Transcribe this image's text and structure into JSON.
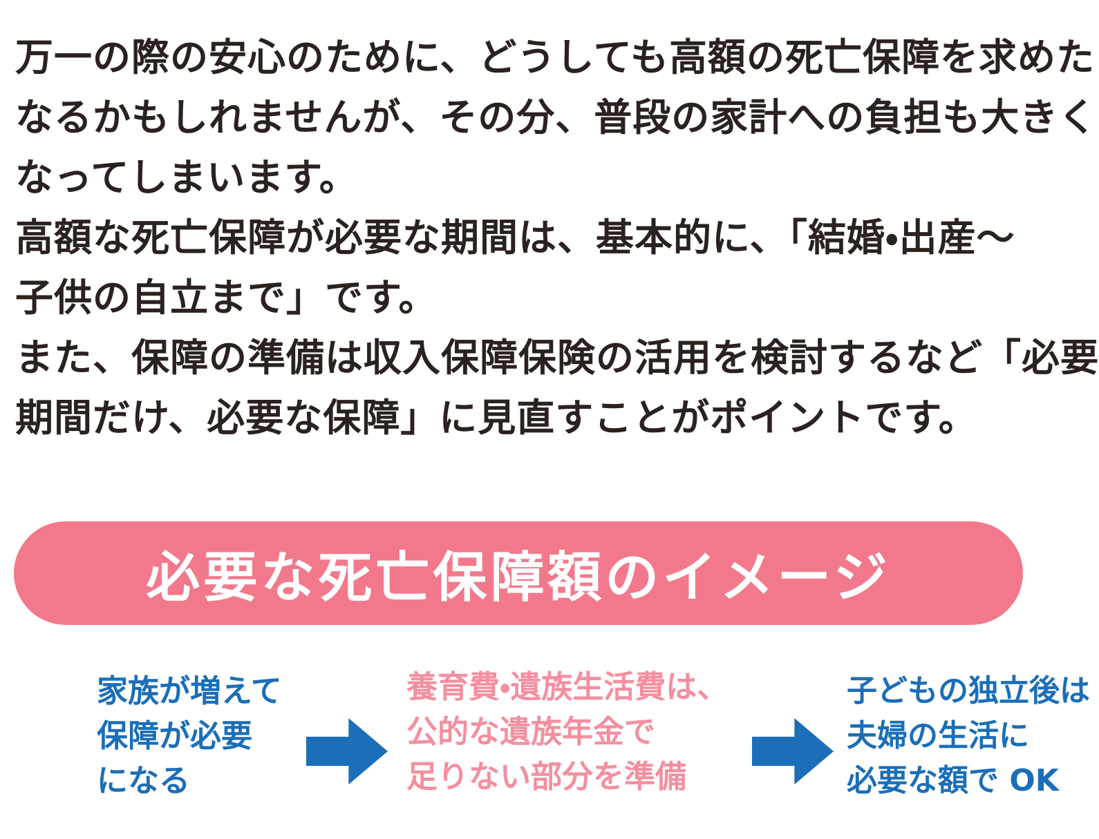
{
  "colors": {
    "text_dark": "#2B2220",
    "blue": "#1B6EB8",
    "banner_pink": "#F2798B",
    "step_pink": "#F48FA0",
    "background": "#FFFFFF"
  },
  "body": {
    "lines": [
      "万一の際の安心のために、どうしても高額の死亡保障を求めたく",
      "なるかもしれませんが、その分、普段の家計への負担も大きく",
      "なってしまいます。",
      "高額な死亡保障が必要な期間は、基本的に、「結婚・出産〜",
      "子供の自立まで」です。",
      "また、保障の準備は収入保障保険の活用を検討するなど「必要な",
      "期間だけ、必要な保障」に見直すことがポイントです。"
    ]
  },
  "banner": {
    "title": "必要な死亡保障額のイメージ"
  },
  "flow": {
    "steps": [
      {
        "color": "blue",
        "lines": [
          "家族が増えて",
          "保障が必要",
          "になる"
        ]
      },
      {
        "color": "pink",
        "lines": [
          "養育費・遺族生活費は、",
          "公的な遺族年金で",
          "足りない部分を準備"
        ]
      },
      {
        "color": "blue",
        "lines": [
          "子どもの独立後は",
          "夫婦の生活に",
          "必要な額で OK"
        ]
      }
    ],
    "arrow_icon": "right-arrow"
  }
}
